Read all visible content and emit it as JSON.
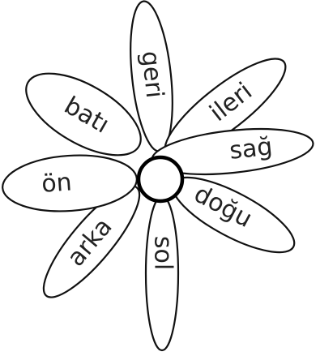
{
  "flower": {
    "colors": {
      "outline": "#111111",
      "fill": "#ffffff",
      "text": "#222222"
    },
    "petals": [
      {
        "id": "geri",
        "label": "geri"
      },
      {
        "id": "ileri",
        "label": "ileri"
      },
      {
        "id": "sag",
        "label": "sağ"
      },
      {
        "id": "dogu",
        "label": "doğu"
      },
      {
        "id": "sol",
        "label": "sol"
      },
      {
        "id": "arka",
        "label": "arka"
      },
      {
        "id": "on",
        "label": "ön"
      },
      {
        "id": "bati",
        "label": "batı"
      }
    ]
  }
}
